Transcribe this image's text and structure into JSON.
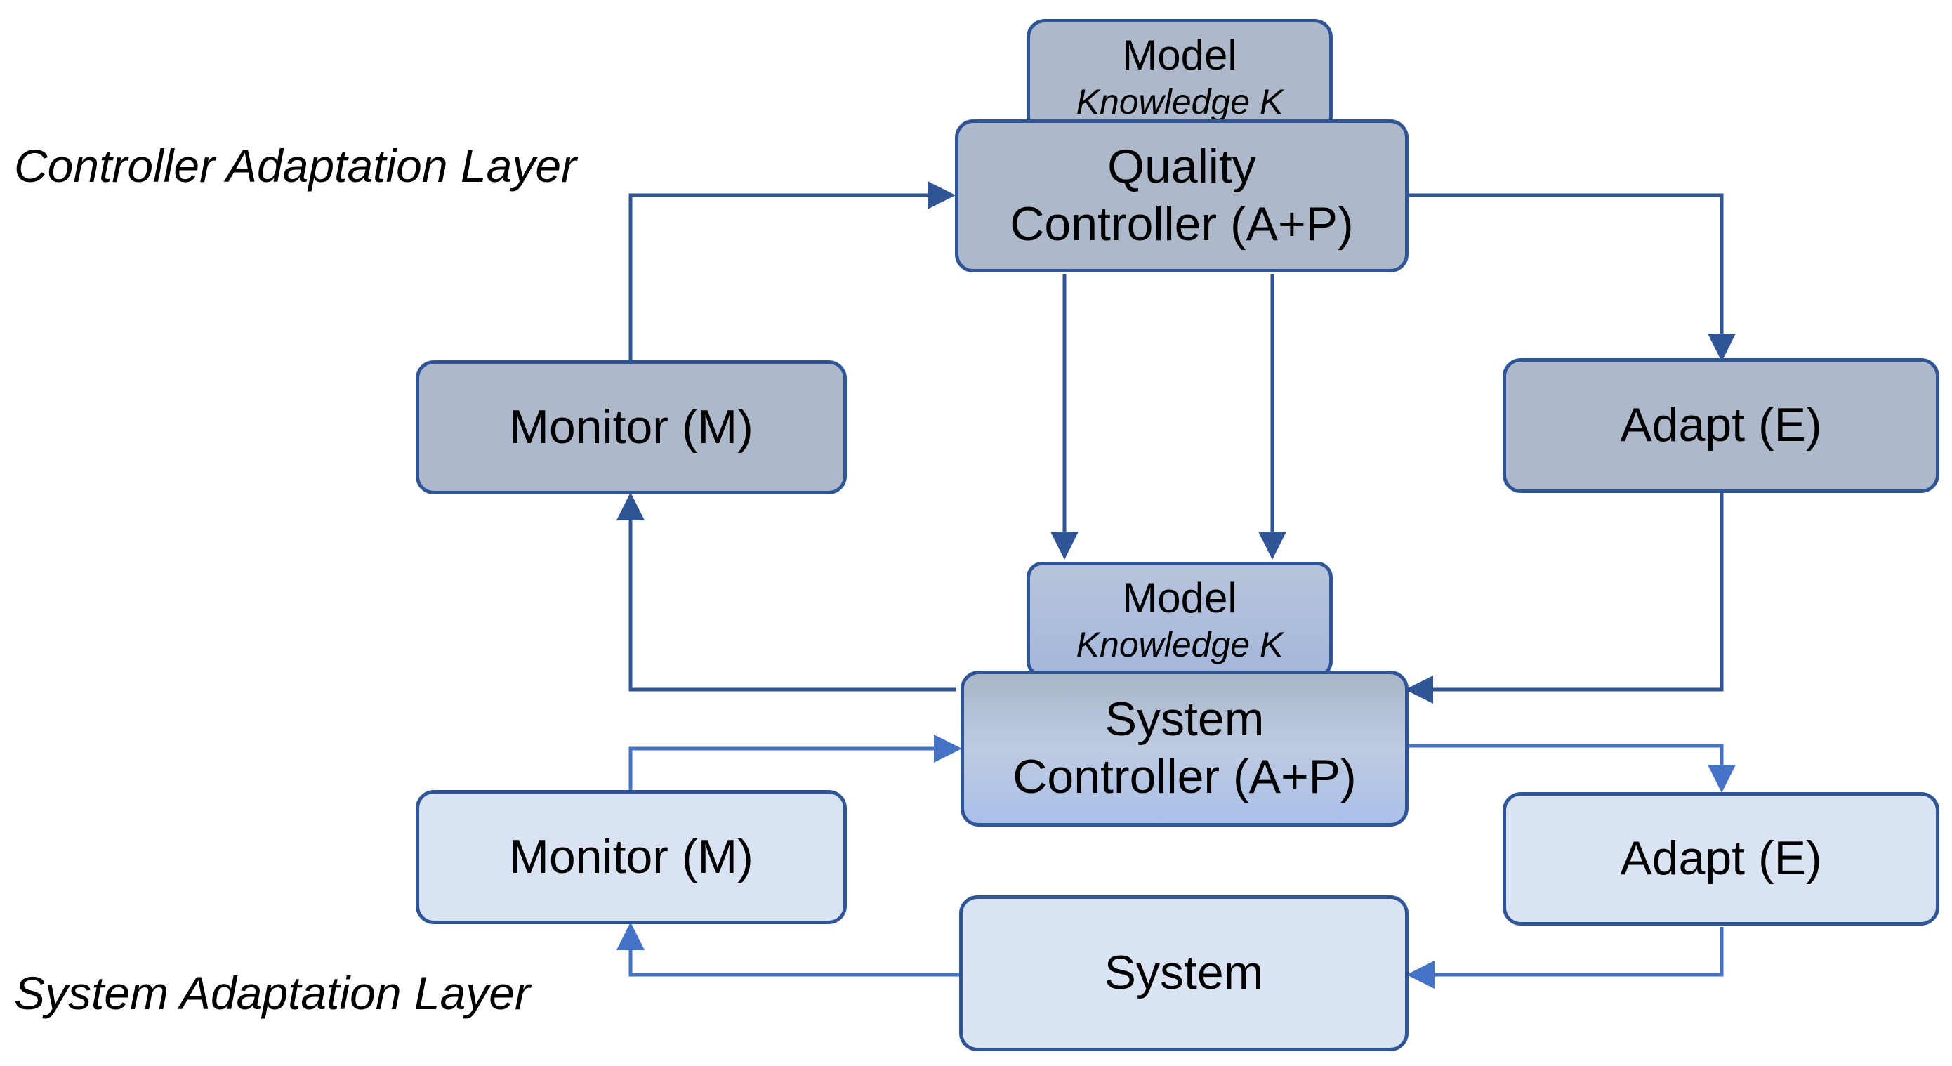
{
  "layers": {
    "controller": "Controller Adaptation Layer",
    "system": "System Adaptation Layer"
  },
  "controller_layer": {
    "model": {
      "title": "Model",
      "subtitle": "Knowledge K"
    },
    "controller": {
      "line1": "Quality",
      "line2": "Controller (A+P)"
    },
    "monitor": "Monitor (M)",
    "adapt": "Adapt (E)"
  },
  "system_layer": {
    "model": {
      "title": "Model",
      "subtitle": "Knowledge K"
    },
    "controller": {
      "line1": "System",
      "line2": "Controller (A+P)"
    },
    "monitor": "Monitor (M)",
    "adapt": "Adapt (E)",
    "system": "System"
  },
  "colors": {
    "upper_fill": "#adb8ca",
    "lower_fill": "#dae3f3",
    "border": "#2f5597",
    "arrow_dark": "#2f5597",
    "arrow_light": "#4472c4"
  }
}
